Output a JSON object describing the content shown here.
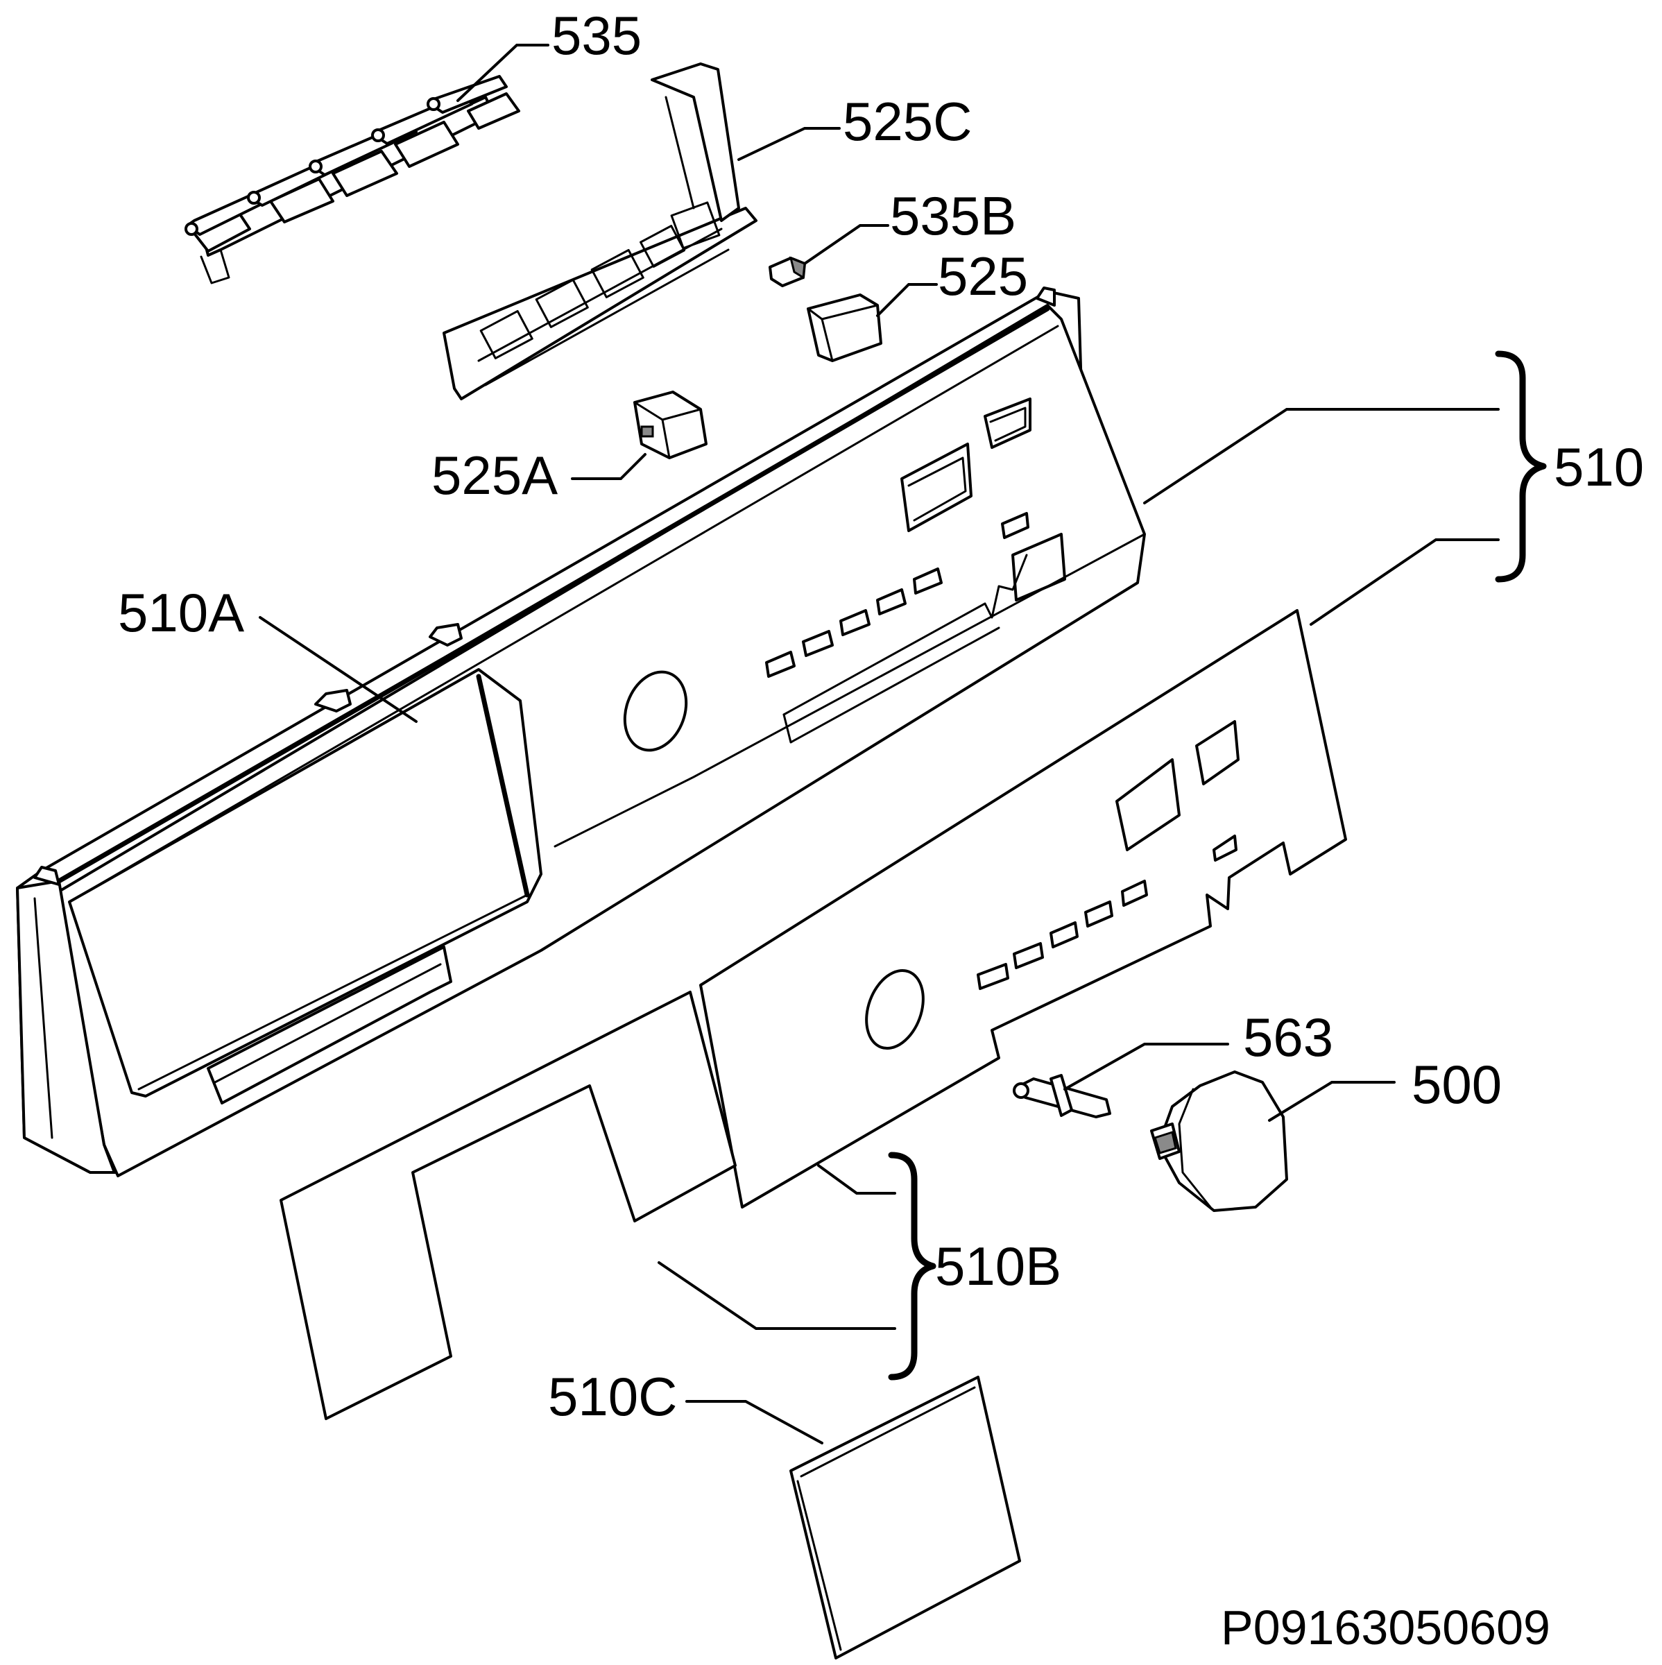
{
  "labels": {
    "p535": "535",
    "p525C": "525C",
    "p535B": "535B",
    "p525": "525",
    "p525A": "525A",
    "p510": "510",
    "p510A": "510A",
    "p563": "563",
    "p500": "500",
    "p510B": "510B",
    "p510C": "510C"
  },
  "reference_code": "P09163050609"
}
